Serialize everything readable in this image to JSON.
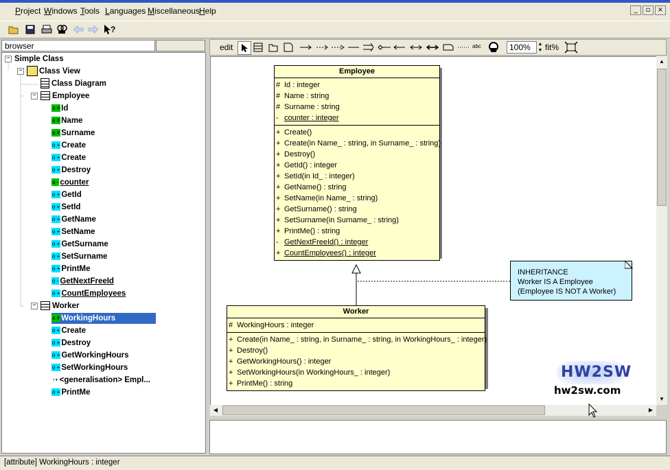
{
  "menu": [
    "Project",
    "Windows",
    "Tools",
    "Languages",
    "Miscellaneous",
    "Help"
  ],
  "menu_mnemonic": [
    "P",
    "W",
    "T",
    "L",
    "M",
    "H"
  ],
  "browser": {
    "header": "browser",
    "tree": [
      {
        "label": "Simple Class",
        "level": 0,
        "kind": "root"
      },
      {
        "label": "Class View",
        "level": 1,
        "kind": "view"
      },
      {
        "label": "Class Diagram",
        "level": 2,
        "kind": "diagram"
      },
      {
        "label": "Employee",
        "level": 2,
        "kind": "class"
      },
      {
        "label": "Id",
        "level": 3,
        "badge": "a #",
        "type": "attr"
      },
      {
        "label": "Name",
        "level": 3,
        "badge": "a #",
        "type": "attr"
      },
      {
        "label": "Surname",
        "level": 3,
        "badge": "a #",
        "type": "attr"
      },
      {
        "label": "Create",
        "level": 3,
        "badge": "o +",
        "type": "op"
      },
      {
        "label": "Create",
        "level": 3,
        "badge": "o +",
        "type": "op"
      },
      {
        "label": "Destroy",
        "level": 3,
        "badge": "o +",
        "type": "op"
      },
      {
        "label": "counter",
        "level": 3,
        "badge": "a -",
        "type": "attr",
        "underline": true
      },
      {
        "label": "GetId",
        "level": 3,
        "badge": "o +",
        "type": "op"
      },
      {
        "label": "SetId",
        "level": 3,
        "badge": "o +",
        "type": "op"
      },
      {
        "label": "GetName",
        "level": 3,
        "badge": "o +",
        "type": "op"
      },
      {
        "label": "SetName",
        "level": 3,
        "badge": "o +",
        "type": "op"
      },
      {
        "label": "GetSurname",
        "level": 3,
        "badge": "o +",
        "type": "op"
      },
      {
        "label": "SetSurname",
        "level": 3,
        "badge": "o +",
        "type": "op"
      },
      {
        "label": "PrintMe",
        "level": 3,
        "badge": "o +",
        "type": "op"
      },
      {
        "label": "GetNextFreeId",
        "level": 3,
        "badge": "o -",
        "type": "op",
        "underline": true
      },
      {
        "label": "CountEmployees",
        "level": 3,
        "badge": "o +",
        "type": "op",
        "underline": true
      },
      {
        "label": "Worker",
        "level": 2,
        "kind": "class"
      },
      {
        "label": "WorkingHours",
        "level": 3,
        "badge": "a #",
        "type": "attr",
        "selected": true
      },
      {
        "label": "Create",
        "level": 3,
        "badge": "o +",
        "type": "op"
      },
      {
        "label": "Destroy",
        "level": 3,
        "badge": "o +",
        "type": "op"
      },
      {
        "label": "GetWorkingHours",
        "level": 3,
        "badge": "o +",
        "type": "op"
      },
      {
        "label": "SetWorkingHours",
        "level": 3,
        "badge": "o +",
        "type": "op"
      },
      {
        "label": "<generalisation> Empl...",
        "level": 3,
        "badge": "↑+",
        "type": "gen"
      },
      {
        "label": "PrintMe",
        "level": 3,
        "badge": "o +",
        "type": "op"
      }
    ]
  },
  "diagram_toolbar": {
    "edit_label": "edit",
    "zoom_value": "100%",
    "fit_label": "fit%"
  },
  "employee": {
    "name": "Employee",
    "attributes": [
      {
        "vis": "#",
        "text": "Id : integer"
      },
      {
        "vis": "#",
        "text": "Name : string"
      },
      {
        "vis": "#",
        "text": "Surname : string"
      },
      {
        "vis": "-",
        "text": "counter : integer",
        "underline": true
      }
    ],
    "operations": [
      {
        "vis": "+",
        "text": "Create()"
      },
      {
        "vis": "+",
        "text": "Create(in Name_ : string, in Surname_ : string)"
      },
      {
        "vis": "+",
        "text": "Destroy()"
      },
      {
        "vis": "+",
        "text": "GetId() : integer"
      },
      {
        "vis": "+",
        "text": "SetId(in Id_ : integer)"
      },
      {
        "vis": "+",
        "text": "GetName() : string"
      },
      {
        "vis": "+",
        "text": "SetName(in Name_ : string)"
      },
      {
        "vis": "+",
        "text": "GetSurname() : string"
      },
      {
        "vis": "+",
        "text": "SetSurname(in Surname_ : string)"
      },
      {
        "vis": "+",
        "text": "PrintMe() : string"
      },
      {
        "vis": "-",
        "text": "GetNextFreeId() : integer",
        "underline": true
      },
      {
        "vis": "+",
        "text": "CountEmployees() : integer",
        "underline": true
      }
    ]
  },
  "worker": {
    "name": "Worker",
    "attributes": [
      {
        "vis": "#",
        "text": "WorkingHours : integer"
      }
    ],
    "operations": [
      {
        "vis": "+",
        "text": "Create(in Name_ : string, in Surname_ : string, in WorkingHours_ : integer)"
      },
      {
        "vis": "+",
        "text": "Destroy()"
      },
      {
        "vis": "+",
        "text": "GetWorkingHours() : integer"
      },
      {
        "vis": "+",
        "text": "SetWorkingHours(in WorkingHours_ : integer)"
      },
      {
        "vis": "+",
        "text": "PrintMe() : string"
      }
    ]
  },
  "note": {
    "lines": [
      "INHERITANCE",
      "Worker  IS A Employee",
      "(Employee IS NOT A Worker)"
    ]
  },
  "watermark": {
    "logo": "HW2SW",
    "site": "hw2sw.com"
  },
  "status": "[attribute] WorkingHours : integer",
  "colors": {
    "attr_badge": "#00c000",
    "op_badge": "#00e0ff",
    "class_fill": "#ffffcc",
    "note_fill": "#ccf2ff",
    "selection": "#316ac5"
  }
}
